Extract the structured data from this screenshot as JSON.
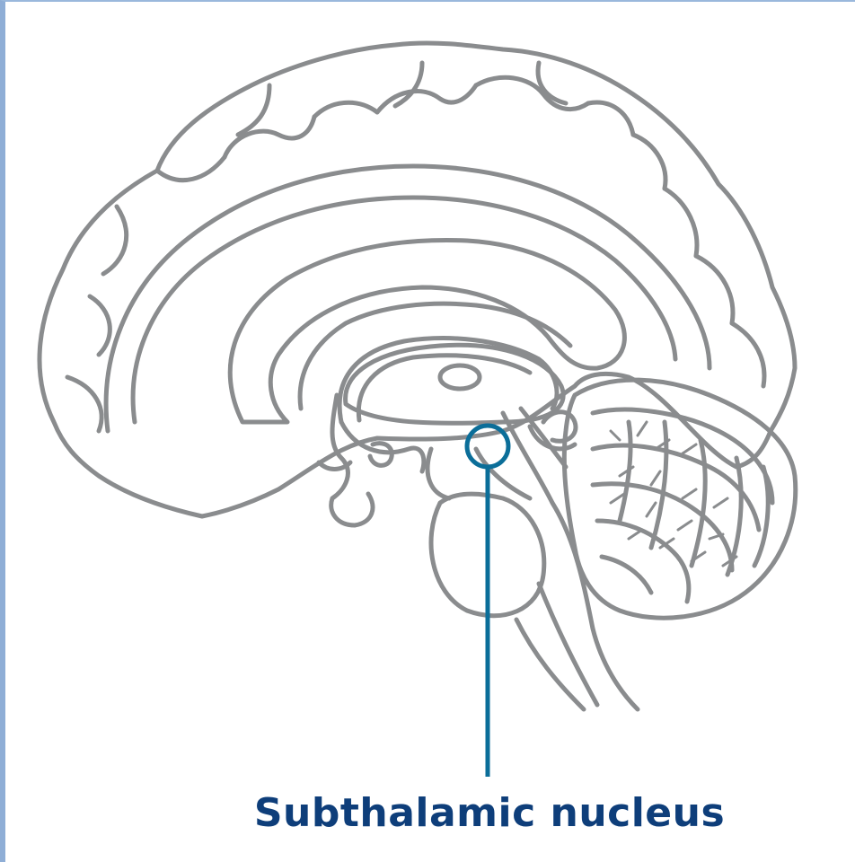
{
  "label": {
    "text": "Subthalamic nucleus"
  },
  "colors": {
    "outline": "#8a8c8e",
    "accent": "#0b6e99",
    "label": "#0e3e7a",
    "frame": "#8faed6"
  },
  "icons": {
    "diagram": "brain-sagittal-section",
    "marker": "circle-pointer"
  }
}
